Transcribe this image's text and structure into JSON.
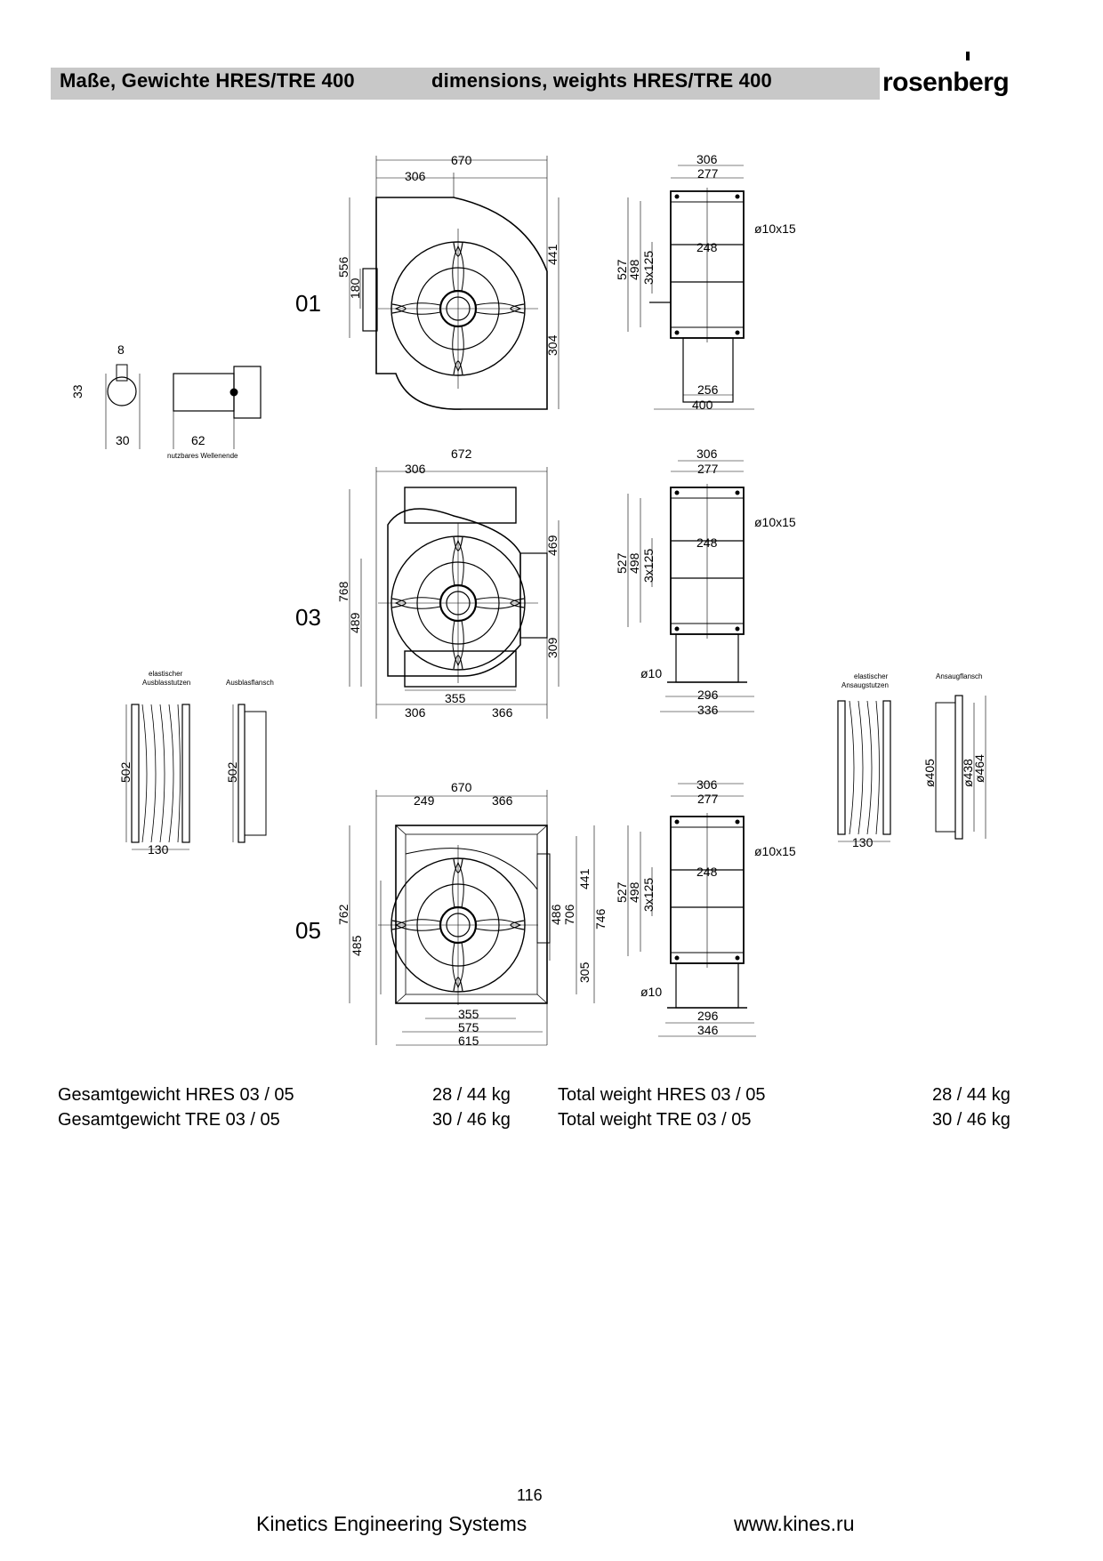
{
  "header": {
    "title_de": "Maße, Gewichte HRES/TRE 400",
    "title_en": "dimensions, weights HRES/TRE 400",
    "logo": "rosenberg"
  },
  "views": {
    "v01": {
      "label": "01",
      "dims": [
        "670",
        "306",
        "556",
        "180",
        "441",
        "304",
        "306",
        "277",
        "527",
        "498",
        "3x125",
        "248",
        "ø10x15",
        "256",
        "400"
      ]
    },
    "v03": {
      "label": "03",
      "dims": [
        "672",
        "306",
        "768",
        "489",
        "469",
        "309",
        "355",
        "306",
        "366",
        "306",
        "277",
        "527",
        "498",
        "3x125",
        "248",
        "ø10x15",
        "ø10",
        "296",
        "336"
      ]
    },
    "v05": {
      "label": "05",
      "dims": [
        "670",
        "249",
        "366",
        "762",
        "485",
        "486",
        "706",
        "441",
        "746",
        "305",
        "355",
        "575",
        "615",
        "306",
        "277",
        "527",
        "498",
        "3x125",
        "248",
        "ø10x15",
        "ø10",
        "296",
        "346"
      ]
    }
  },
  "shaft": {
    "dims": [
      "8",
      "33",
      "30",
      "62"
    ],
    "note": "nutzbares Wellenende"
  },
  "accessories": {
    "outlet_flex": {
      "label_1": "elastischer",
      "label_2": "Ausblasstutzen",
      "dims": [
        "502",
        "130"
      ]
    },
    "outlet_flange": {
      "label": "Ausblasflansch",
      "dims": [
        "502"
      ]
    },
    "inlet_flex": {
      "label_1": "elastischer",
      "label_2": "Ansaugstutzen",
      "dims": [
        "130"
      ]
    },
    "inlet_flange": {
      "label": "Ansaugflansch",
      "dims": [
        "ø405",
        "ø438",
        "ø464"
      ]
    }
  },
  "weights": {
    "de": [
      {
        "label": "Gesamtgewicht HRES 03 / 05",
        "value": "28 / 44 kg"
      },
      {
        "label": "Gesamtgewicht TRE 03 / 05",
        "value": "30 / 46 kg"
      }
    ],
    "en": [
      {
        "label": "Total weight HRES  03 / 05",
        "value": "28 / 44 kg"
      },
      {
        "label": "Total weight TRE 03 / 05",
        "value": "30 / 46 kg"
      }
    ]
  },
  "footer": {
    "page_number": "116",
    "company": "Kinetics Engineering Systems",
    "website": "www.kines.ru"
  }
}
